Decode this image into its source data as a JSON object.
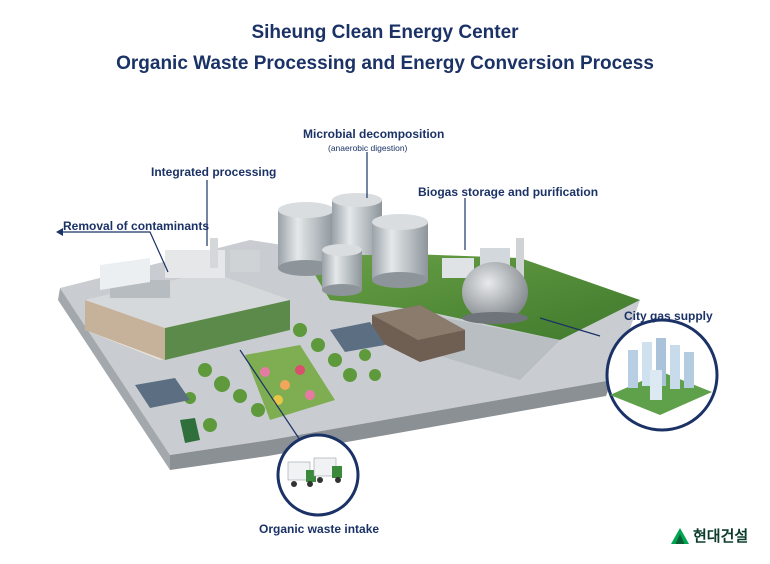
{
  "header": {
    "title_line1": "Siheung Clean Energy Center",
    "title_line2": "Organic Waste Processing and Energy Conversion Process"
  },
  "labels": {
    "microbial": "Microbial decomposition",
    "microbial_sub": "(anaerobic digestion)",
    "integrated": "Integrated processing",
    "biogas": "Biogas storage and purification",
    "removal": "Removal of contaminants",
    "city_gas": "City gas supply",
    "organic_intake": "Organic waste intake"
  },
  "brand": {
    "logo_text": "현대건설",
    "logo_icon": "triangle-logo-icon",
    "accent_color": "#1b3266",
    "logo_color": "#00a651"
  }
}
